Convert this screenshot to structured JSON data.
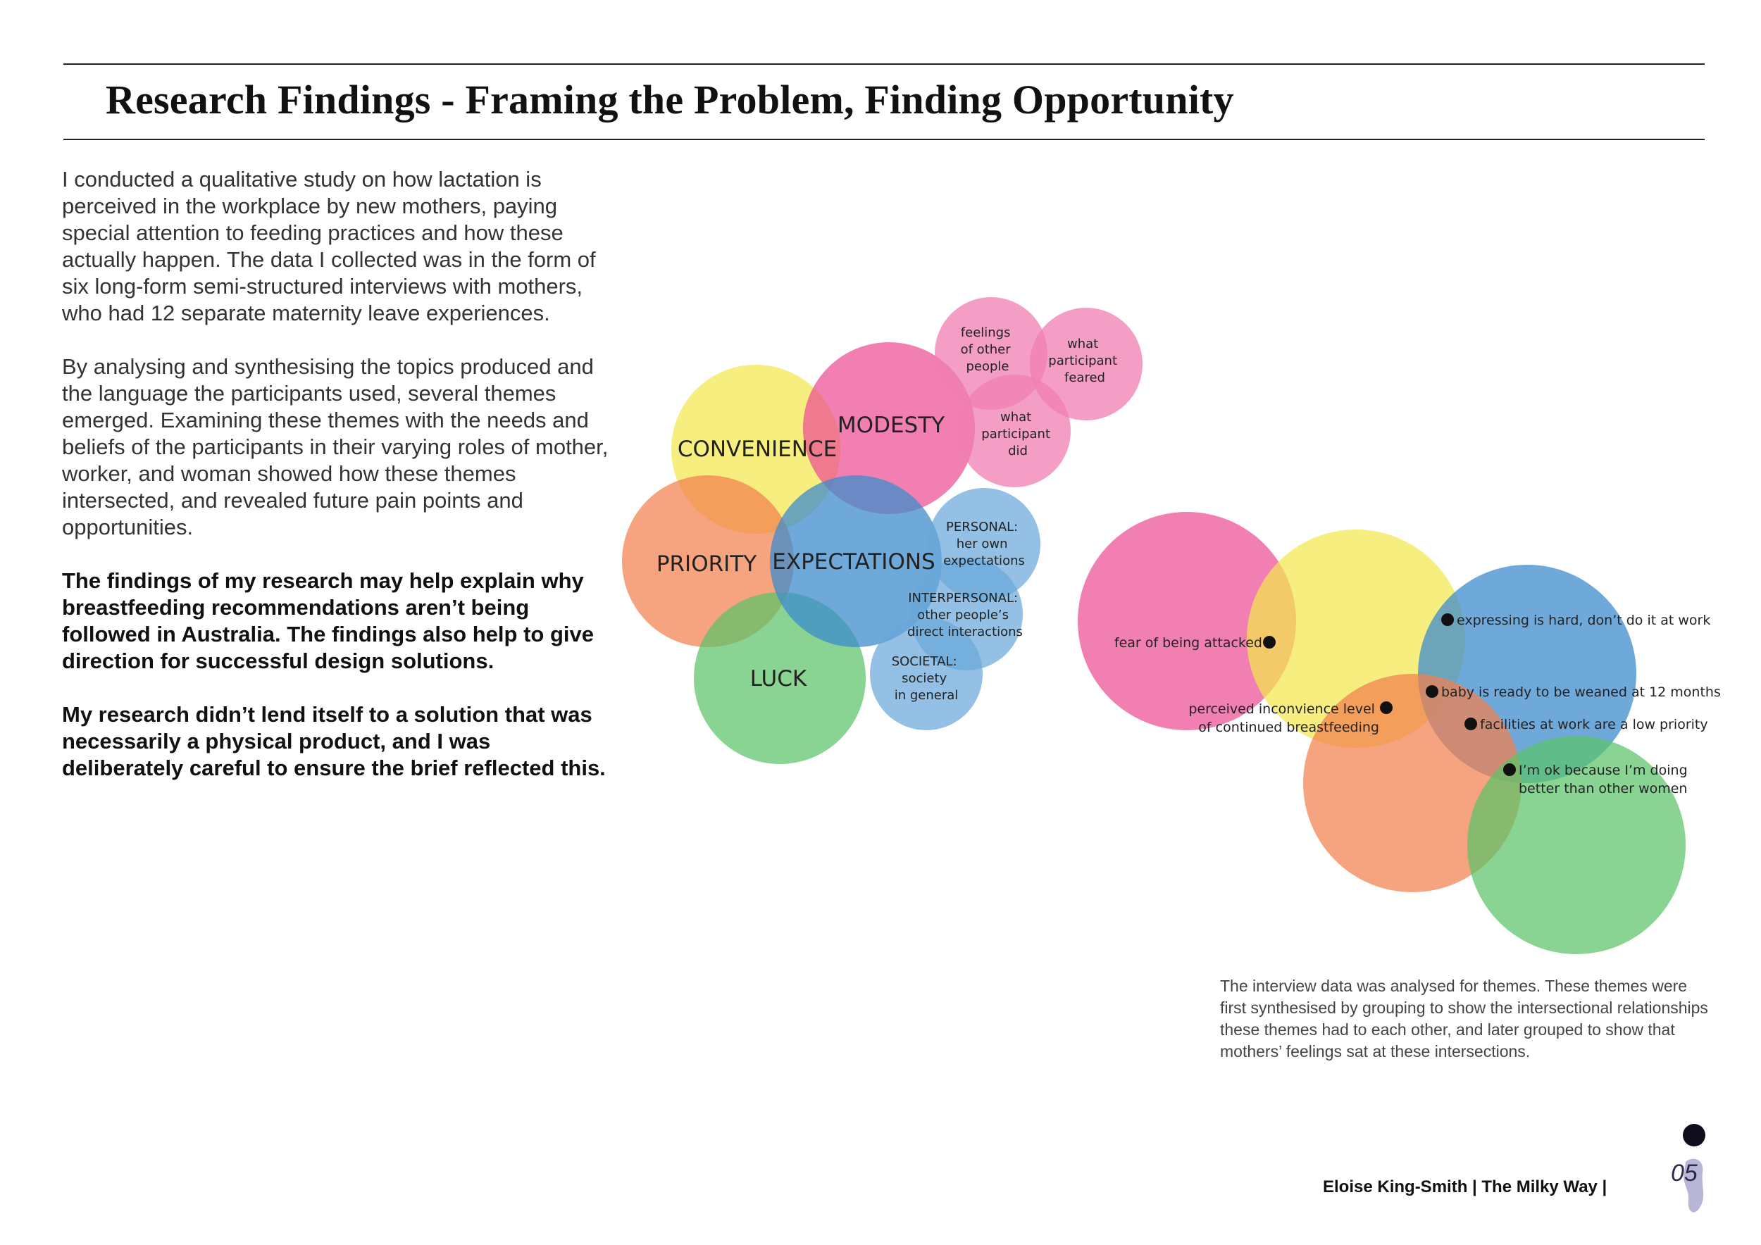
{
  "title": "Research Findings - Framing the Problem, Finding Opportunity",
  "intro": {
    "p1": "I conducted a qualitative study on how lactation is perceived in the workplace by new mothers, paying special attention to feeding practices and how these actually happen. The data I collected was in the form of six long-form semi-structured interviews with mothers, who had 12 separate maternity leave experiences.",
    "p2": "By analysing and synthesising the topics produced and the language the participants used, several themes emerged. Examining these themes with the needs and beliefs of the participants in their varying roles of mother, worker, and woman showed how these themes intersected, and revealed future pain points and opportunities.",
    "p3": "The findings of my research may help explain why breastfeeding recommendations aren’t being followed in Australia. The findings also help to give direction for successful design solutions.",
    "p4": "My research didn’t lend itself to a solution that was necessarily a physical product, and I was deliberately careful to ensure the brief reflected this."
  },
  "colors": {
    "yellow": "#f3e74e",
    "pink": "#ec4d93",
    "light_pink": "#f07eb1",
    "orange": "#f2804e",
    "blue": "#3d8ccc",
    "light_blue": "#6aa7da",
    "green": "#5cc468"
  },
  "themes": {
    "convenience": "CONVENIENCE",
    "modesty": "MODESTY",
    "priority": "PRIORITY",
    "expectations": "EXPECTATIONS",
    "luck": "LUCK"
  },
  "modesty_subs": {
    "feelings": [
      "feelings",
      "of other",
      "people"
    ],
    "feared": [
      "what",
      "participant",
      "feared"
    ],
    "did": [
      "what",
      "participant",
      "did"
    ]
  },
  "expectation_subs": {
    "personal": [
      "PERSONAL:",
      "her own",
      "expectations"
    ],
    "interpersonal": [
      "INTERPERSONAL:",
      "other people’s",
      "direct interactions"
    ],
    "societal": [
      "SOCIETAL:",
      "society",
      "in general"
    ]
  },
  "feelings": {
    "f1": "fear of being attacked",
    "f2": [
      "perceived inconvience level",
      "of continued breastfeeding"
    ],
    "f3": "expressing is hard, don’t do it at work",
    "f4": "baby is ready to be weaned at 12 months",
    "f5": "facilities at work are a low priority",
    "f6": [
      "I’m ok because I’m doing",
      "better than other women"
    ]
  },
  "caption": "The interview data was analysed for themes. These themes were first synthesised by grouping to show the intersectional relationships these themes had to each other, and later grouped to show that mothers’ feelings sat at these intersections.",
  "footer": "Eloise King-Smith | The Milky Way |",
  "page_number": "05"
}
